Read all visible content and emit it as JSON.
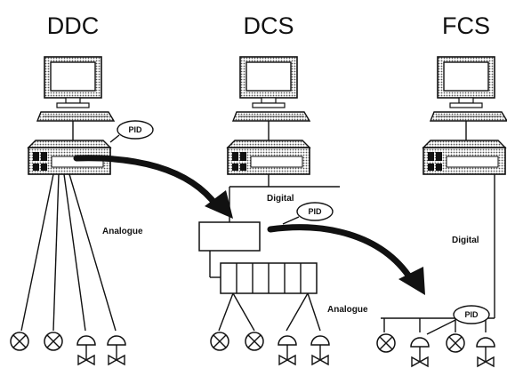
{
  "titles": {
    "ddc": "DDC",
    "dcs": "DCS",
    "fcs": "FCS"
  },
  "labels": {
    "analogue_left": "Analogue",
    "digital_dcs": "Digital",
    "analogue_dcs": "Analogue",
    "digital_fcs": "Digital"
  },
  "pid": {
    "ddc": "PID",
    "dcs": "PID",
    "fcs": "PID"
  }
}
